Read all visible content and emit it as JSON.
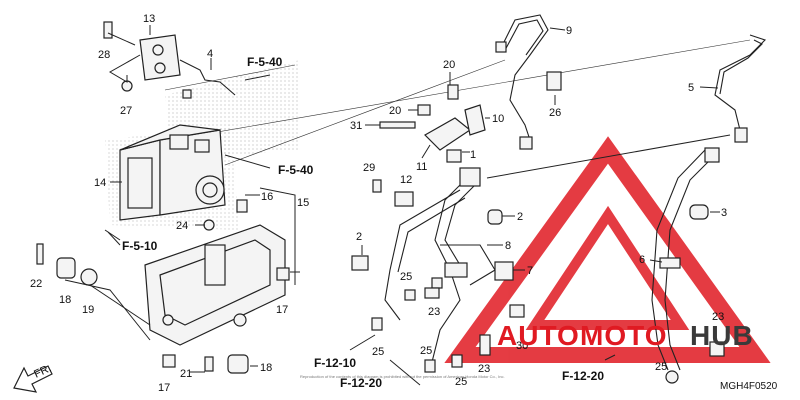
{
  "diagram": {
    "part_code": "MGH4F0520",
    "callouts": [
      "1",
      "2",
      "2",
      "3",
      "4",
      "5",
      "6",
      "7",
      "8",
      "9",
      "10",
      "11",
      "12",
      "13",
      "14",
      "15",
      "16",
      "17",
      "17",
      "18",
      "18",
      "19",
      "20",
      "20",
      "21",
      "22",
      "23",
      "23",
      "23",
      "24",
      "25",
      "25",
      "25",
      "25",
      "25",
      "26",
      "27",
      "28",
      "29",
      "30",
      "31"
    ],
    "references": {
      "f540_top": "F-5-40",
      "f540_mid": "F-5-40",
      "f510": "F-5-10",
      "f1210": "F-12-10",
      "f1220_left": "F-12-20",
      "f1220_right": "F-12-20"
    },
    "direction_label": "FR.",
    "copyright_text": "Reproduction of the contents of this diagram is prohibited without the permission of American Honda Motor Co., Inc."
  },
  "watermark": {
    "text_auto": "AUTO",
    "text_moto": "MOTO",
    "text_hub": "HUB",
    "color_red": "#e01a22",
    "color_dark": "#3a3a3a"
  }
}
